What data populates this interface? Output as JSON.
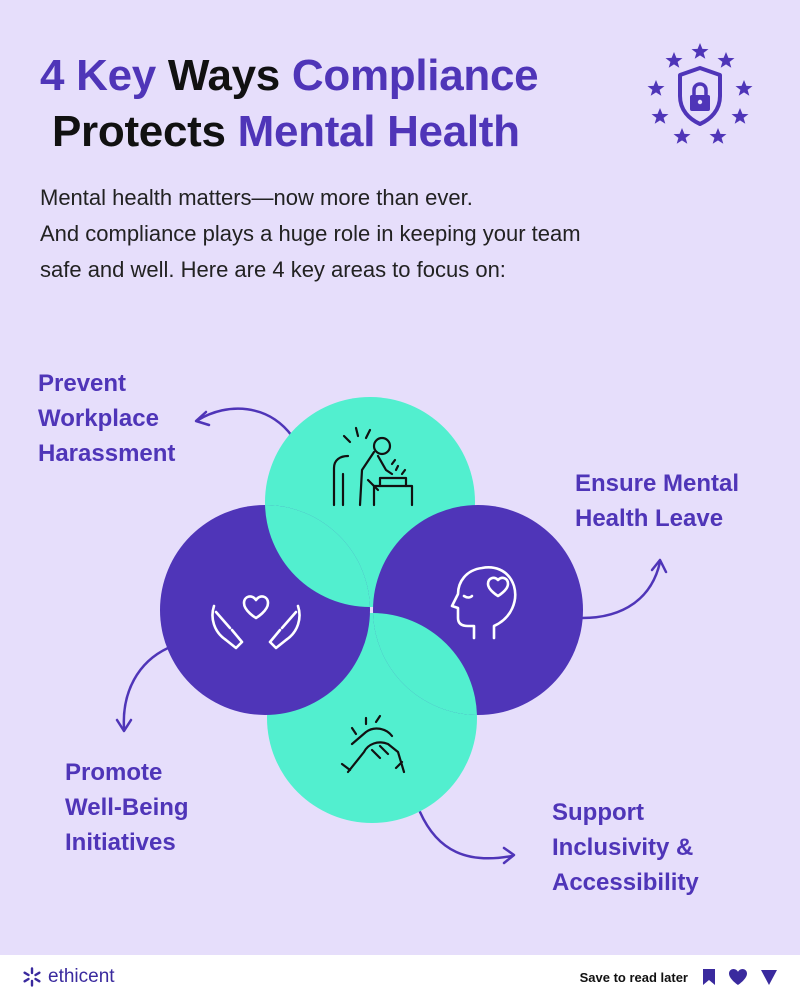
{
  "title": {
    "line1": [
      {
        "text": "4 Key ",
        "tone": "accent"
      },
      {
        "text": "Ways ",
        "tone": "dark"
      },
      {
        "text": "Compliance",
        "tone": "accent"
      }
    ],
    "line2": [
      {
        "text": "Protects ",
        "tone": "dark"
      },
      {
        "text": "Mental Health",
        "tone": "accent"
      }
    ]
  },
  "intro": [
    "Mental health matters—now more than ever.",
    "And compliance plays a huge role in keeping your team",
    "safe and well. Here are 4 key areas to focus on:"
  ],
  "areas": [
    {
      "id": "harassment",
      "lines": [
        "Prevent",
        "Workplace",
        "Harassment"
      ],
      "icon": "distressed-person-icon",
      "circle_color": "#52efcf"
    },
    {
      "id": "leave",
      "lines": [
        "Ensure Mental",
        "Health Leave"
      ],
      "icon": "head-heart-icon",
      "circle_color": "#4f35b8"
    },
    {
      "id": "wellbeing",
      "lines": [
        "Promote",
        "Well-Being",
        "Initiatives"
      ],
      "icon": "hands-heart-icon",
      "circle_color": "#4f35b8"
    },
    {
      "id": "inclusivity",
      "lines": [
        "Support",
        "Inclusivity &",
        "Accessibility"
      ],
      "icon": "handshake-icon",
      "circle_color": "#52efcf"
    }
  ],
  "badge_icon": "shield-lock-stars-icon",
  "footer": {
    "brand": "ethicent",
    "save_label": "Save to read later",
    "icons": [
      "bookmark-icon",
      "heart-icon",
      "send-icon"
    ]
  },
  "colors": {
    "accent": "#4f35b8",
    "teal": "#52efcf",
    "background": "#e6defb"
  }
}
